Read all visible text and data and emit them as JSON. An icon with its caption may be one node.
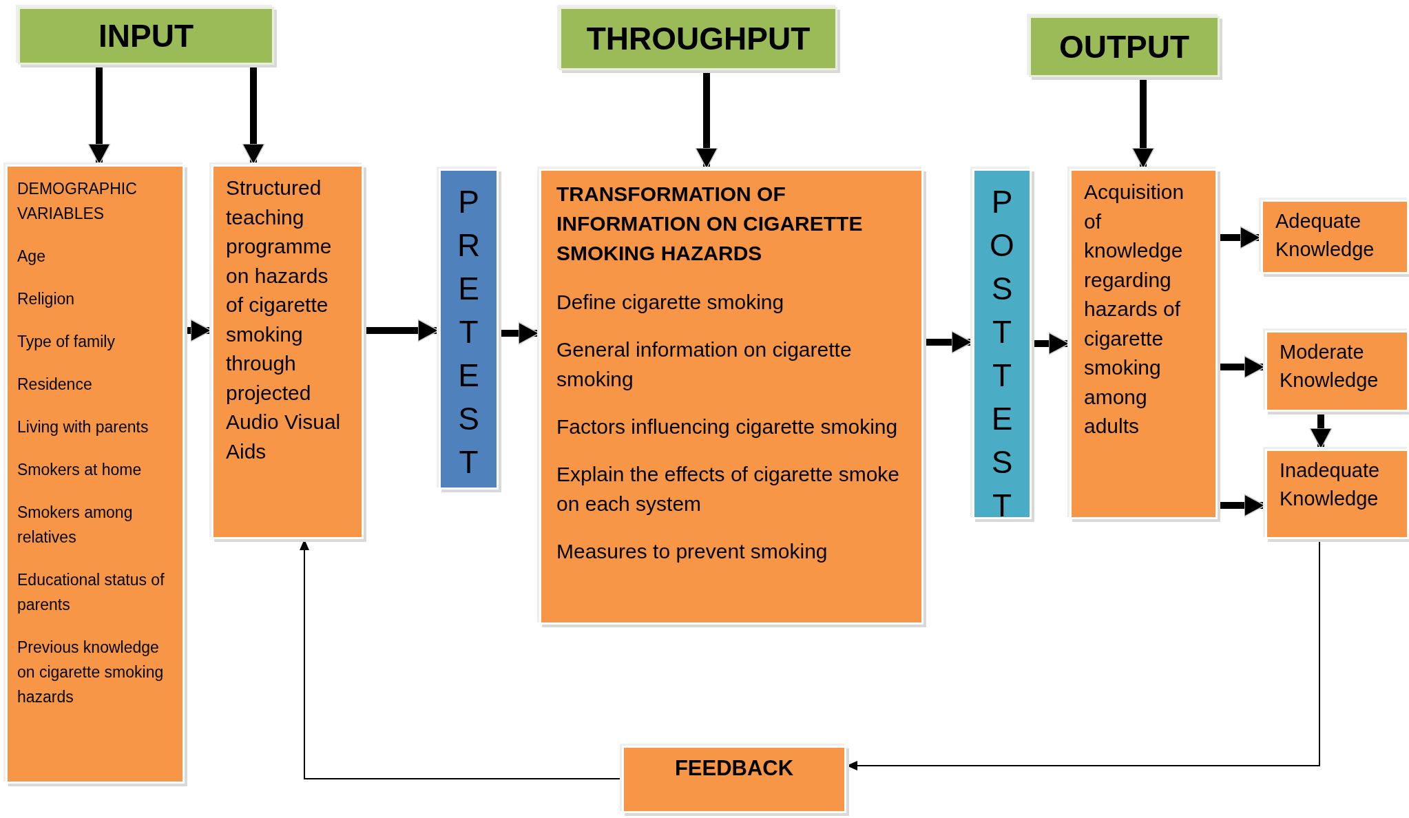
{
  "diagram": {
    "nodes": [
      {
        "text": [
          "INPUT"
        ]
      },
      {
        "text": [
          "THROUGHPUT"
        ]
      },
      {
        "text": [
          "OUTPUT"
        ]
      },
      {
        "text": [
          "DEMOGRAPHIC VARIABLES",
          "Age",
          "Religion",
          "Type of family",
          "Residence",
          "Living with parents",
          "Smokers at home",
          "Smokers among relatives",
          "Educational status of parents",
          "Previous knowledge on cigarette smoking hazards"
        ]
      },
      {
        "text": [
          "Structured teaching programme on hazards of cigarette smoking through projected Audio Visual Aids"
        ]
      },
      {
        "text": [
          "PRETEST"
        ]
      },
      {
        "text": [
          "TRANSFORMATION OF INFORMATION ON CIGARETTE SMOKING HAZARDS",
          "Define cigarette smoking",
          "General information on cigarette smoking",
          "Factors influencing cigarette smoking",
          "Explain the effects of cigarette smoke on each system",
          "Measures to prevent smoking"
        ]
      },
      {
        "text": [
          "POSTTEST"
        ]
      },
      {
        "text": [
          "Acquisition of knowledge regarding hazards of cigarette smoking among adults"
        ]
      },
      {
        "text": [
          "Adequate Knowledge"
        ]
      },
      {
        "text": [
          "Moderate Knowledge"
        ]
      },
      {
        "text": [
          "Inadequate Knowledge"
        ]
      },
      {
        "text": [
          "FEEDBACK"
        ]
      }
    ],
    "edges": [
      {
        "from": 0,
        "to": 3,
        "arrow": "to"
      },
      {
        "from": 0,
        "to": 4,
        "arrow": "to"
      },
      {
        "from": 1,
        "to": 6,
        "arrow": "to"
      },
      {
        "from": 2,
        "to": 8,
        "arrow": "to"
      },
      {
        "from": 3,
        "to": 4,
        "arrow": "to"
      },
      {
        "from": 4,
        "to": 5,
        "arrow": "to"
      },
      {
        "from": 5,
        "to": 6,
        "arrow": "to"
      },
      {
        "from": 6,
        "to": 7,
        "arrow": "to"
      },
      {
        "from": 7,
        "to": 8,
        "arrow": "to"
      },
      {
        "from": 8,
        "to": 9,
        "arrow": "to"
      },
      {
        "from": 8,
        "to": 10,
        "arrow": "to"
      },
      {
        "from": 8,
        "to": 11,
        "arrow": "to"
      },
      {
        "from": 10,
        "to": 11,
        "arrow": "to"
      },
      {
        "from": 11,
        "to": 12,
        "arrow": "to"
      },
      {
        "from": 12,
        "to": 4,
        "arrow": "to"
      }
    ]
  }
}
